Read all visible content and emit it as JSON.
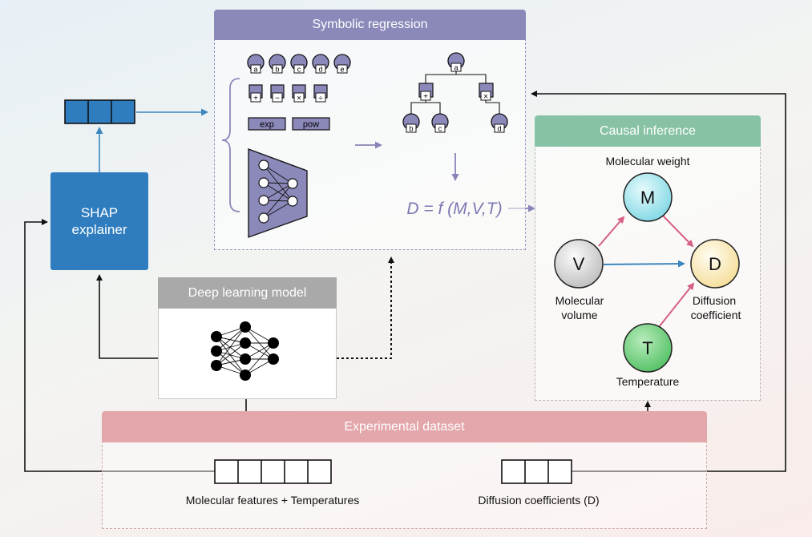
{
  "symbolic_regression": {
    "title": "Symbolic regression",
    "variables": [
      "a",
      "b",
      "c",
      "d",
      "e"
    ],
    "operators": [
      "+",
      "−",
      "×",
      "÷"
    ],
    "functions": [
      "exp",
      "pow"
    ],
    "tree": {
      "root": "a",
      "mid_left": "+",
      "mid_right": "×",
      "leaves": [
        "b",
        "c",
        "d"
      ]
    },
    "equation": "D = f (M,V,T)"
  },
  "shap": {
    "label_line1": "SHAP",
    "label_line2": "explainer"
  },
  "deep_learning": {
    "title": "Deep learning model"
  },
  "causal_inference": {
    "title": "Causal inference",
    "nodes": {
      "M": {
        "letter": "M",
        "label": "Molecular weight"
      },
      "V": {
        "letter": "V",
        "label_line1": "Molecular",
        "label_line2": "volume"
      },
      "D": {
        "letter": "D",
        "label_line1": "Diffusion",
        "label_line2": "coefficient"
      },
      "T": {
        "letter": "T",
        "label": "Temperature"
      }
    }
  },
  "dataset": {
    "title": "Experimental dataset",
    "features_label": "Molecular features + Temperatures",
    "target_label": "Diffusion coefficients (D)"
  },
  "colors": {
    "sr_header": "#8b88ba",
    "shap_blue": "#2f7dbf",
    "dl_header": "#a9a9a9",
    "causal_header": "#87c2a4",
    "dataset_header": "#e3a6aa",
    "edge_pink": "#d65f86",
    "edge_blue": "#3b86bf"
  }
}
